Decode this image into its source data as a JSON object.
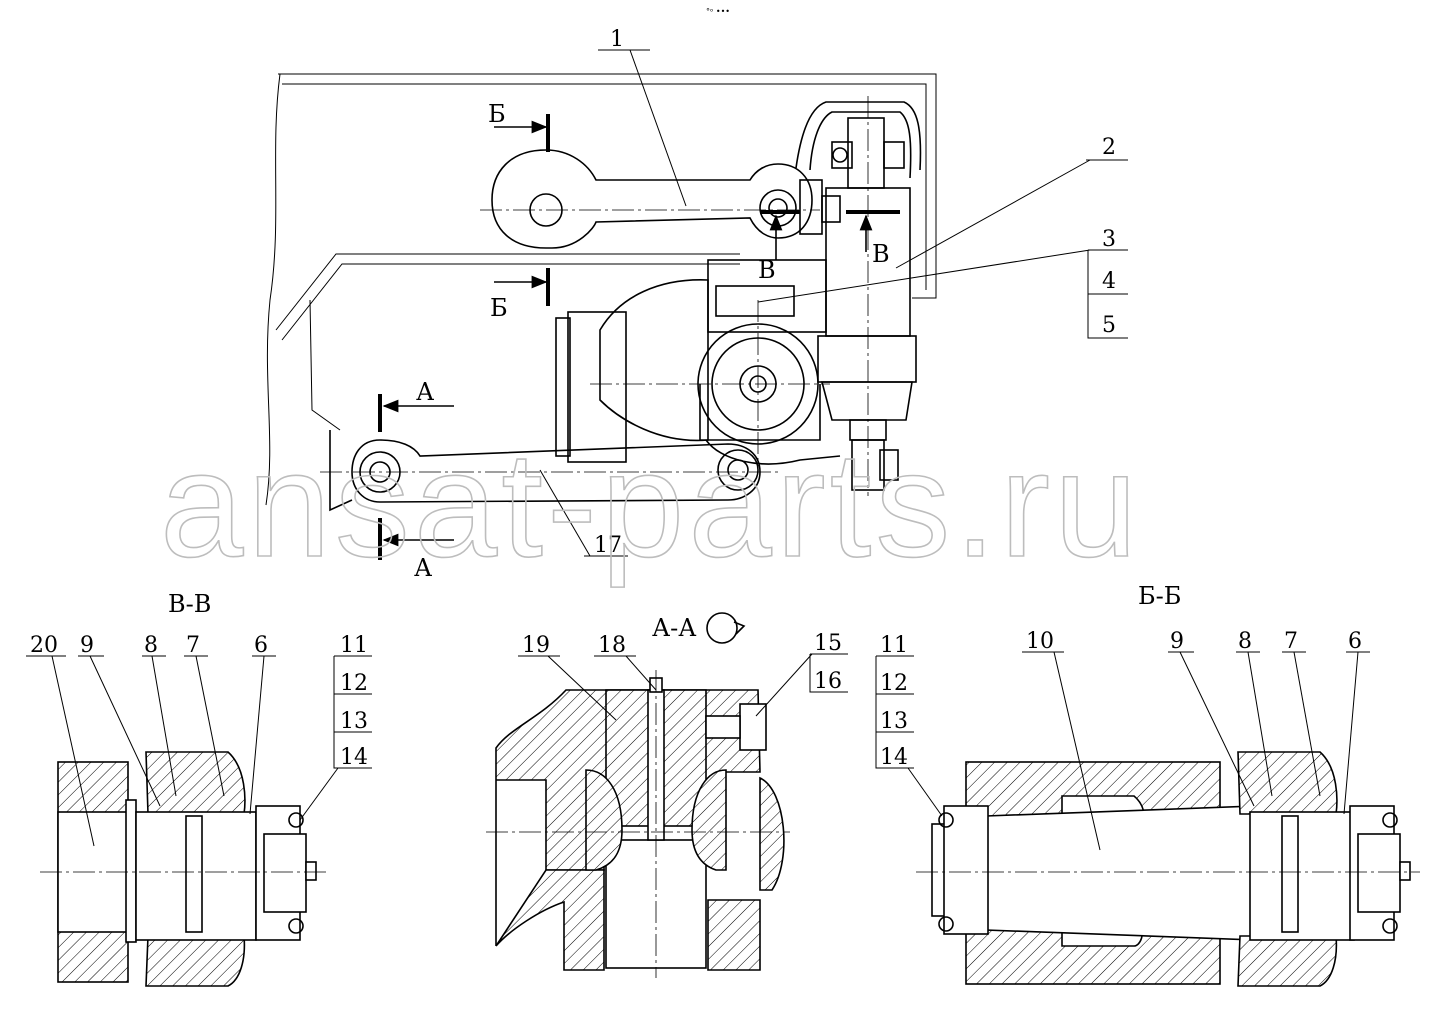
{
  "header": {
    "top_mark": "°ᵒ •••"
  },
  "watermark": "ansat-parts.ru",
  "callouts": {
    "c1": "1",
    "c2": "2",
    "c3": "3",
    "c4": "4",
    "c5": "5",
    "c17": "17",
    "vv": {
      "c20": "20",
      "c9": "9",
      "c8": "8",
      "c7": "7",
      "c6": "6",
      "c11": "11",
      "c12": "12",
      "c13": "13",
      "c14": "14"
    },
    "aa": {
      "c19": "19",
      "c18": "18",
      "c15": "15",
      "c16": "16"
    },
    "bb": {
      "c11": "11",
      "c12": "12",
      "c13": "13",
      "c14": "14",
      "c10": "10",
      "c9": "9",
      "c8": "8",
      "c7": "7",
      "c6": "6"
    }
  },
  "section_marks": {
    "b_top": "Б",
    "b_bottom": "Б",
    "a_top": "А",
    "a_bottom": "А",
    "v_left": "В",
    "v_right": "В"
  },
  "section_titles": {
    "vv": "В-В",
    "aa": "А-А",
    "bb": "Б-Б"
  }
}
